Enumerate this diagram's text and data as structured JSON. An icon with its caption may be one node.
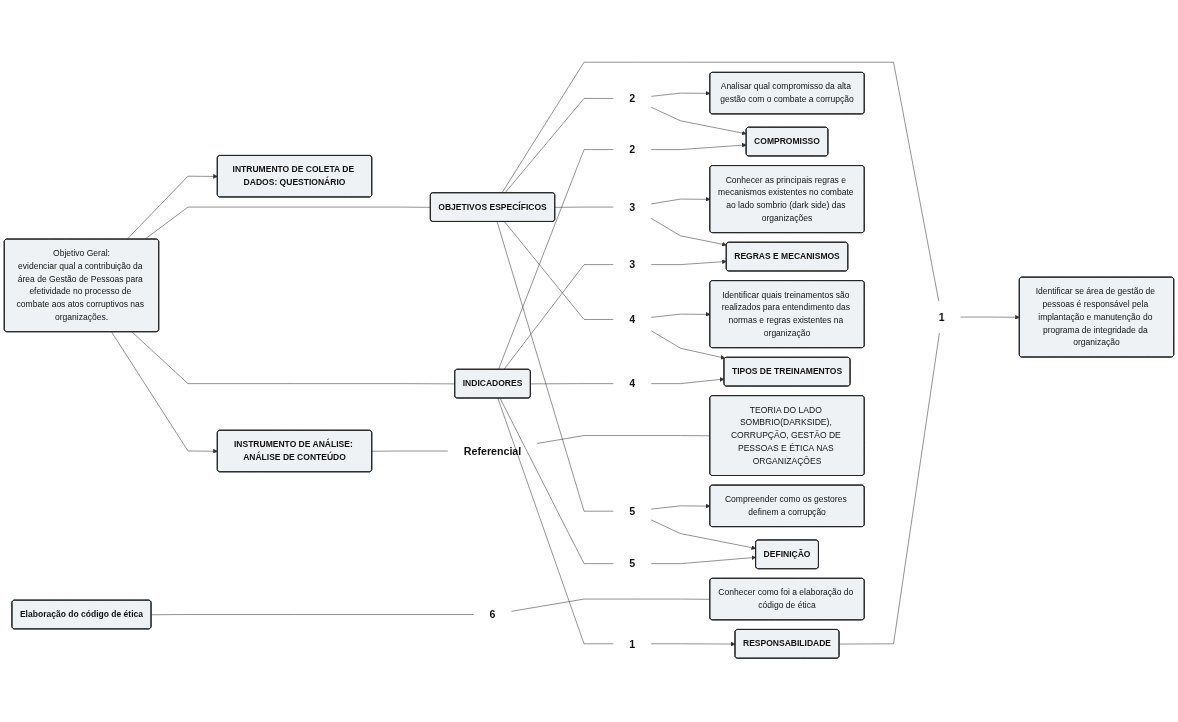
{
  "diagram": {
    "nodes": [
      {
        "text": [
          "OBJETIVOS ESPECÍFICOS"
        ]
      },
      {
        "text": [
          "Identificar se área de gestão de pessoas é responsável pela implantação e manutenção do programa de integridade da organização"
        ]
      },
      {
        "text": [
          "INTRUMENTO DE COLETA DE DADOS: QUESTIONÁRIO"
        ]
      },
      {
        "text": [
          "Objetivo Geral:",
          "evidenciar qual a contribuição da área de Gestão de Pessoas para efetividade no processo de combate aos atos corruptivos nas organizações."
        ]
      },
      {
        "text": [
          "1"
        ]
      },
      {
        "text": [
          "INSTRUMENTO DE ANÁLISE: ANÁLISE DE CONTEÚDO"
        ]
      },
      {
        "text": [
          "RESPONSABILIDADE"
        ]
      },
      {
        "text": [
          "2"
        ]
      },
      {
        "text": [
          "Analisar qual compromisso da alta gestão com o combate a corrupção"
        ]
      },
      {
        "text": [
          "1"
        ]
      },
      {
        "text": [
          "COMPROMISSO"
        ]
      },
      {
        "text": [
          "2"
        ]
      },
      {
        "text": [
          "INDICADORES"
        ]
      },
      {
        "text": [
          "3"
        ]
      },
      {
        "text": [
          "Conhecer as principais regras e mecanismos existentes no combate ao lado sombrio (dark side) das organizações"
        ]
      },
      {
        "text": [
          "Referencial"
        ]
      },
      {
        "text": [
          "3"
        ]
      },
      {
        "text": [
          "REGRAS E MECANISMOS"
        ]
      },
      {
        "text": [
          "4"
        ]
      },
      {
        "text": [
          "Identificar quais treinamentos são realizados para entendimento das normas e regras existentes na organização"
        ]
      },
      {
        "text": [
          "4"
        ]
      },
      {
        "text": [
          "TIPOS DE TREINAMENTOS"
        ]
      },
      {
        "text": [
          "TEORIA DO LADO SOMBRIO(DARKSIDE), CORRUPÇÃO, GESTÃO DE PESSOAS E ÉTICA NAS ORGANIZAÇÕES"
        ]
      },
      {
        "text": [
          "5"
        ]
      },
      {
        "text": [
          "Compreender como os gestores definem a corrupção"
        ]
      },
      {
        "text": [
          "5"
        ]
      },
      {
        "text": [
          "DEFINIÇÃO"
        ]
      },
      {
        "text": [
          "6"
        ]
      },
      {
        "text": [
          "Conhecer como foi a elaboração do código de ética"
        ]
      },
      {
        "text": [
          "Elaboração do código de ética"
        ]
      }
    ],
    "edges": [
      {
        "from": 3,
        "to": 2,
        "arrow": "to"
      },
      {
        "from": 3,
        "to": 5,
        "arrow": "to"
      },
      {
        "from": 3,
        "to": 0,
        "arrow": "none"
      },
      {
        "from": 3,
        "to": 12,
        "arrow": "none"
      },
      {
        "from": 5,
        "to": 15,
        "arrow": "none"
      },
      {
        "from": 15,
        "to": 22,
        "arrow": "none"
      },
      {
        "from": 0,
        "to": 4,
        "arrow": "none"
      },
      {
        "from": 4,
        "to": 1,
        "arrow": "to"
      },
      {
        "from": 6,
        "to": 4,
        "arrow": "none"
      },
      {
        "from": 0,
        "to": 7,
        "arrow": "none"
      },
      {
        "from": 7,
        "to": 8,
        "arrow": "to"
      },
      {
        "from": 7,
        "to": 10,
        "arrow": "to"
      },
      {
        "from": 0,
        "to": 13,
        "arrow": "none"
      },
      {
        "from": 13,
        "to": 14,
        "arrow": "to"
      },
      {
        "from": 13,
        "to": 17,
        "arrow": "to"
      },
      {
        "from": 0,
        "to": 18,
        "arrow": "none"
      },
      {
        "from": 18,
        "to": 19,
        "arrow": "to"
      },
      {
        "from": 18,
        "to": 21,
        "arrow": "to"
      },
      {
        "from": 0,
        "to": 23,
        "arrow": "none"
      },
      {
        "from": 23,
        "to": 24,
        "arrow": "to"
      },
      {
        "from": 23,
        "to": 26,
        "arrow": "to"
      },
      {
        "from": 12,
        "to": 9,
        "arrow": "none"
      },
      {
        "from": 9,
        "to": 6,
        "arrow": "to"
      },
      {
        "from": 12,
        "to": 11,
        "arrow": "none"
      },
      {
        "from": 11,
        "to": 10,
        "arrow": "to"
      },
      {
        "from": 12,
        "to": 16,
        "arrow": "none"
      },
      {
        "from": 16,
        "to": 17,
        "arrow": "to"
      },
      {
        "from": 12,
        "to": 20,
        "arrow": "none"
      },
      {
        "from": 20,
        "to": 21,
        "arrow": "to"
      },
      {
        "from": 12,
        "to": 25,
        "arrow": "none"
      },
      {
        "from": 25,
        "to": 26,
        "arrow": "to"
      },
      {
        "from": 29,
        "to": 27,
        "arrow": "none"
      },
      {
        "from": 27,
        "to": 28,
        "arrow": "none"
      }
    ]
  }
}
